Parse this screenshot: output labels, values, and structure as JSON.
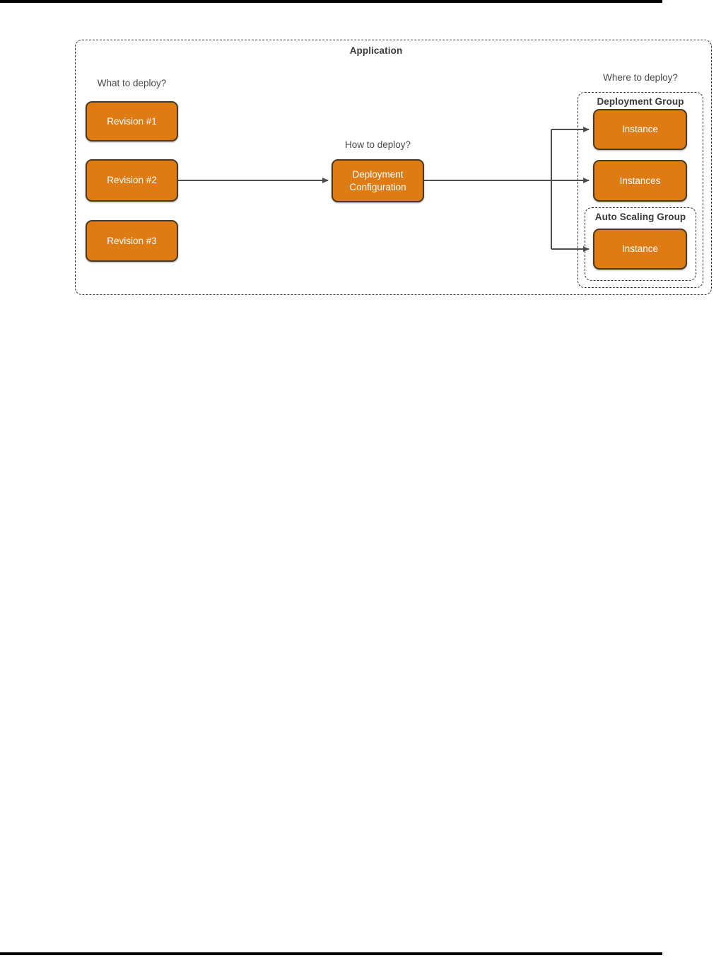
{
  "diagram": {
    "title": "Application",
    "sections": {
      "what_label": "What to deploy?",
      "how_label": "How to deploy?",
      "where_label": "Where to deploy?"
    },
    "revisions": [
      "Revision #1",
      "Revision #2",
      "Revision #3"
    ],
    "deployment_configuration_label": "Deployment Configuration",
    "deployment_group": {
      "label": "Deployment Group",
      "nodes": [
        "Instance",
        "Instances"
      ]
    },
    "auto_scaling_group": {
      "label": "Auto Scaling Group",
      "nodes": [
        "Instance"
      ]
    },
    "colors": {
      "node_fill": "#DE7B13",
      "node_border": "#4A3A22",
      "node_text": "#FFFFFF",
      "dashed_border": "#2F2F2F",
      "label_text": "#4A4A4A",
      "label_bold_text": "#3A3A3A",
      "arrow": "#4D4D4D",
      "page_rule": "#000000"
    }
  }
}
